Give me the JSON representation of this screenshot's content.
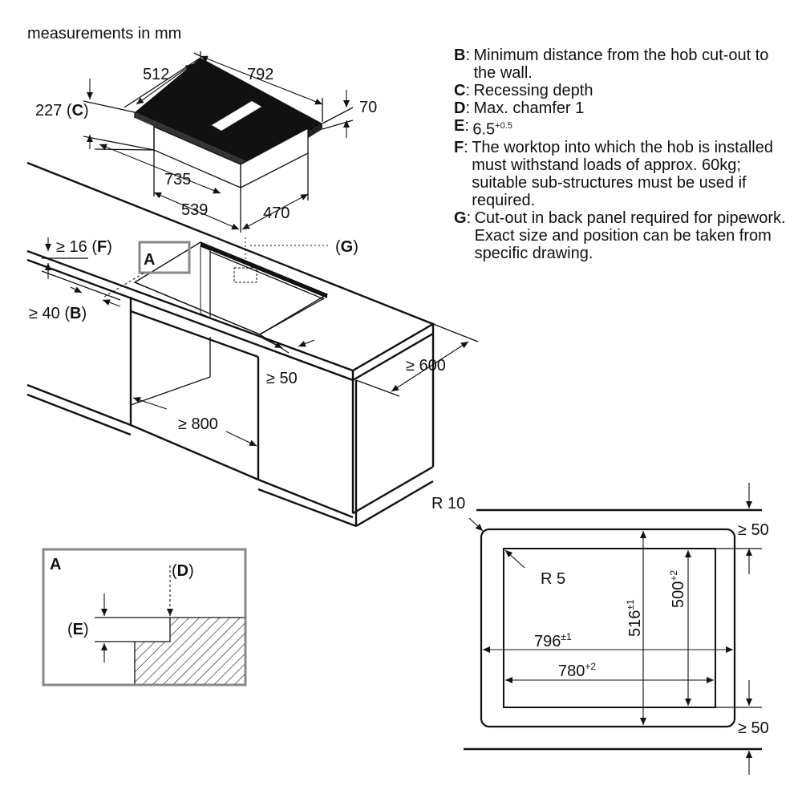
{
  "header": {
    "units_label": "measurements in mm"
  },
  "hob_dims": {
    "depth": "512",
    "width": "792",
    "recess_value": "227",
    "recess_key": "C",
    "height": "70",
    "body_width": "735",
    "body_depth": "539",
    "rear_offset": "470"
  },
  "worktop": {
    "g_label": "G",
    "a_label": "A",
    "min_thickness": "≥ 16",
    "f_key": "F",
    "wall_distance": "≥ 40",
    "b_key": "B",
    "front_distance": "≥ 50",
    "worktop_depth": "≥ 600",
    "cabinet_width": "≥ 800"
  },
  "detail_a": {
    "title": "A",
    "d_label": "D",
    "e_label": "E"
  },
  "cutout": {
    "outer_radius": "R 10",
    "inner_radius": "R 5",
    "top_clearance": "≥ 50",
    "bottom_clearance": "≥ 50",
    "outer_width": "796",
    "outer_width_tol": "±1",
    "inner_width": "780",
    "inner_width_tol": "+2",
    "outer_depth": "516",
    "outer_depth_tol": "±1",
    "inner_depth": "500",
    "inner_depth_tol": "+2"
  },
  "notes": [
    {
      "key": "B",
      "text": "Minimum distance from the hob cut-out to the wall."
    },
    {
      "key": "C",
      "text": "Recessing depth"
    },
    {
      "key": "D",
      "text": "Max. chamfer 1"
    },
    {
      "key": "E",
      "text": "6.5",
      "sup": "+0.5"
    },
    {
      "key": "F",
      "text": "The worktop into which the hob is installed must withstand loads of approx. 60kg; suitable sub-structures must be used if required."
    },
    {
      "key": "G",
      "text": "Cut-out in back panel required for pipework. Exact size and position can be taken from specific drawing."
    }
  ]
}
